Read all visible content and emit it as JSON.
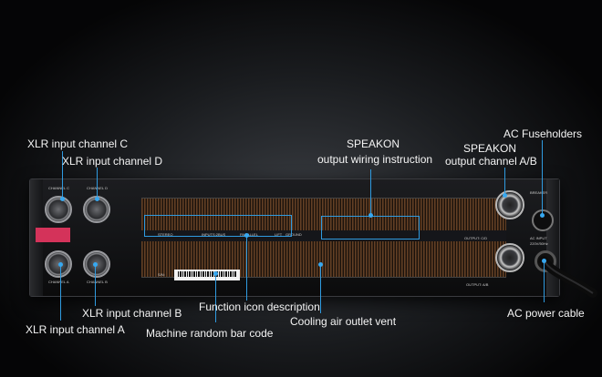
{
  "callouts": {
    "xlr_c": "XLR input channel C",
    "xlr_d": "XLR input channel D",
    "speakon_wiring_1": "SPEAKON",
    "speakon_wiring_2": "output wiring instruction",
    "speakon_ab_1": "SPEAKON",
    "speakon_ab_2": "output channel A/B",
    "ac_fuseholders": "AC Fuseholders",
    "xlr_b": "XLR input channel B",
    "function_icon": "Function icon description",
    "xlr_a": "XLR input channel A",
    "bar_code": "Machine random bar code",
    "cooling": "Cooling air outlet vent",
    "ac_cable": "AC power cable"
  },
  "panel": {
    "channel_c": "CHANNEL C",
    "channel_d": "CHANNEL D",
    "channel_a": "CHANNEL A",
    "channel_b": "CHANNEL B",
    "stereo": "STEREO",
    "inputs": "INPUTS:2BUS",
    "parallel": "PARALLEL",
    "lift": "LIFT",
    "ground": "GROUND",
    "output_cd": "OUTPUT: C/D",
    "output_ab": "OUTPUT: A/B",
    "breaker": "BREAKER",
    "ac_input": "AC INPUT",
    "voltage": "220V/50Hz",
    "serial": "S/N:"
  },
  "colors": {
    "accent": "#2f9be0",
    "grille": "#6e4628",
    "dip_switch": "#d4335a"
  }
}
